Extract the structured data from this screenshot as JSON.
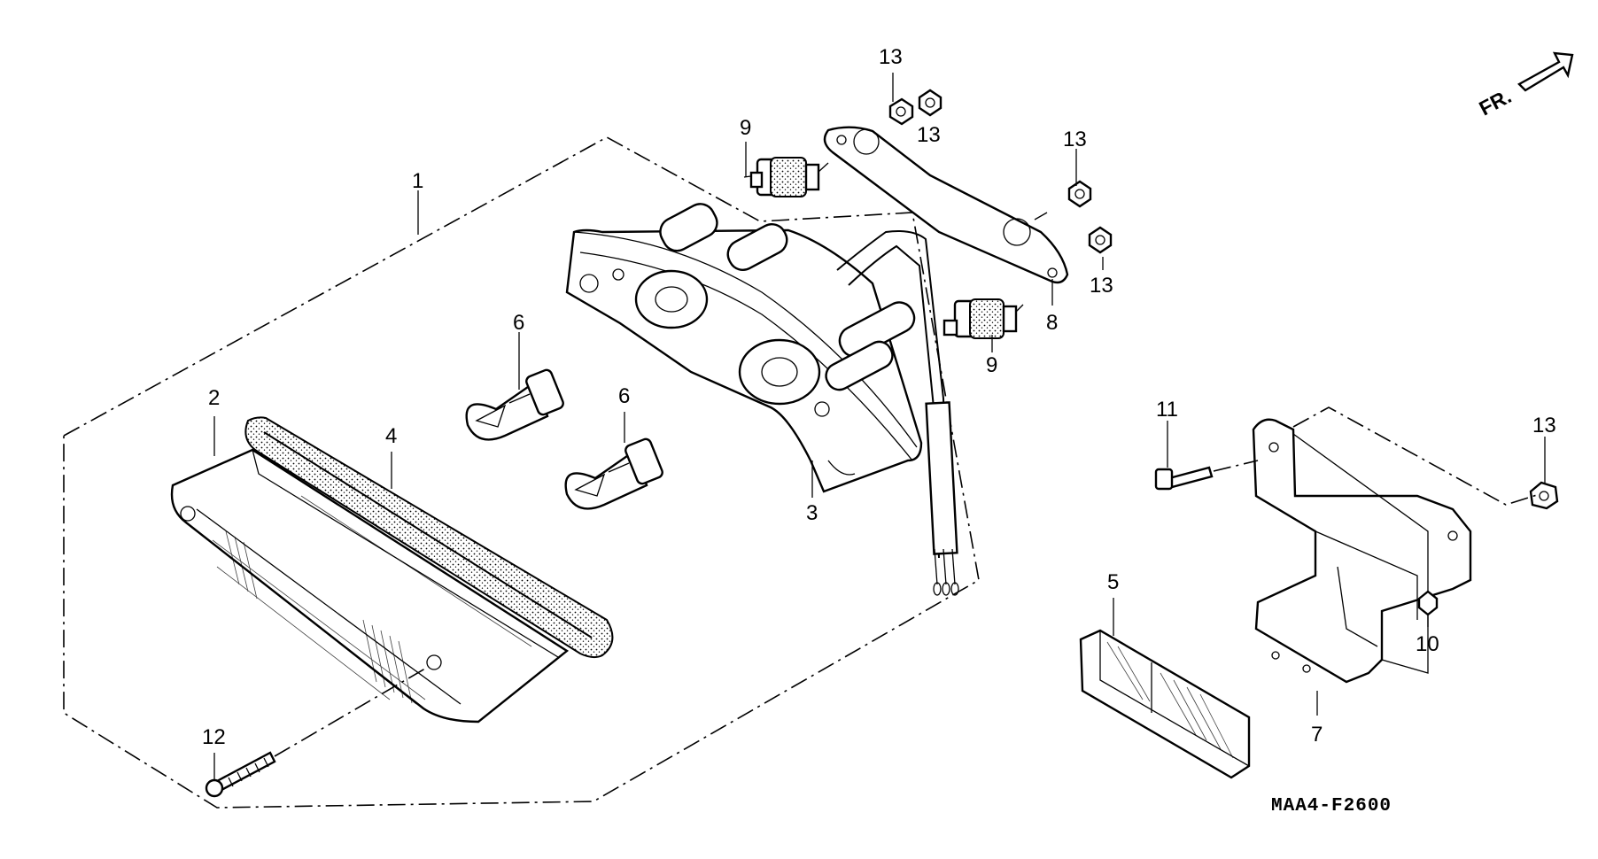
{
  "diagram": {
    "orientation_label": "FR.",
    "drawing_code": "MAA4-F2600",
    "callouts": [
      {
        "id": "c1",
        "text": "1"
      },
      {
        "id": "c2",
        "text": "2"
      },
      {
        "id": "c3",
        "text": "3"
      },
      {
        "id": "c4",
        "text": "4"
      },
      {
        "id": "c5",
        "text": "5"
      },
      {
        "id": "c6a",
        "text": "6"
      },
      {
        "id": "c6b",
        "text": "6"
      },
      {
        "id": "c7",
        "text": "7"
      },
      {
        "id": "c8",
        "text": "8"
      },
      {
        "id": "c9a",
        "text": "9"
      },
      {
        "id": "c9b",
        "text": "9"
      },
      {
        "id": "c10",
        "text": "10"
      },
      {
        "id": "c11",
        "text": "11"
      },
      {
        "id": "c12",
        "text": "12"
      },
      {
        "id": "c13a",
        "text": "13"
      },
      {
        "id": "c13b",
        "text": "13"
      },
      {
        "id": "c13c",
        "text": "13"
      },
      {
        "id": "c13d",
        "text": "13"
      },
      {
        "id": "c13e",
        "text": "13"
      }
    ]
  }
}
